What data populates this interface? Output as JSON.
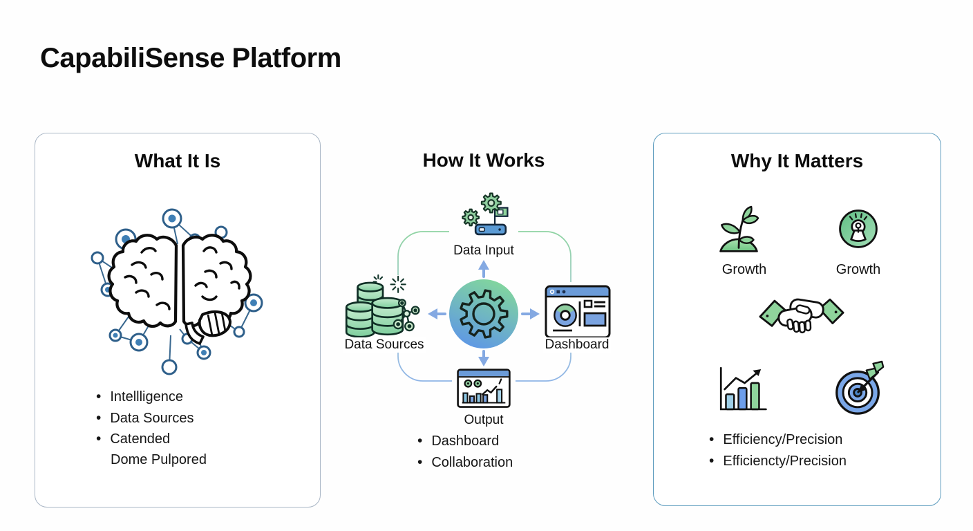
{
  "page": {
    "title": "CapabiliSense Platform"
  },
  "panels": {
    "what": {
      "title": "What It Is",
      "bullets": [
        "Intellligence",
        "Data Sources",
        "Catended"
      ],
      "continuation": "Dome Pulpored",
      "icon": "brain-network-icon"
    },
    "how": {
      "title": "How It Works",
      "nodes": {
        "top": "Data Input",
        "left": "Data Sources",
        "right": "Dashboard",
        "bottom": "Output"
      },
      "bullets": [
        "Dashboard",
        "Collaboration"
      ],
      "icons": [
        "gears-device-icon",
        "databases-icon",
        "dashboard-window-icon",
        "output-chart-icon",
        "process-gear-icon"
      ]
    },
    "why": {
      "title": "Why It Matters",
      "labels": {
        "growth1": "Growth",
        "growth2": "Growth"
      },
      "bullets": [
        "Efficiency/Precision",
        "Efficiencty/Precision"
      ],
      "icons": [
        "plant-growth-icon",
        "growth-badge-icon",
        "handshake-icon",
        "bar-chart-arrow-icon",
        "target-arrow-icon"
      ]
    }
  },
  "colors": {
    "left_card_border": "#a9b6c5",
    "right_card_border": "#5d9cbe",
    "arrow_blue": "#84a9e2",
    "icon_green": "#8fd49c",
    "icon_blue": "#5b9bd5",
    "gradient_green": "#82d79c",
    "gradient_blue": "#5e97e6",
    "network_blue": "#39688f"
  }
}
